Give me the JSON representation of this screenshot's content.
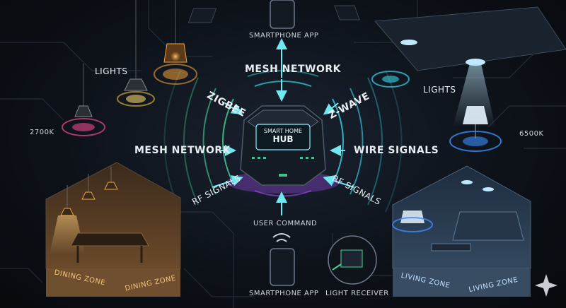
{
  "hub": {
    "line1": "SMART HOME",
    "line2": "HUB"
  },
  "labels": {
    "smartphone_top": "SMARTPHONE APP",
    "mesh_top": "MESH NETWORK",
    "lights_left": "LIGHTS",
    "lights_right": "LIGHTS",
    "zigbee": "ZIGBEE",
    "zwave": "Z-WAVE",
    "temp_left": "2700K",
    "temp_right": "6500K",
    "mesh_left": "MESH NETWORK",
    "wire_signals": "WIRE SIGNALS",
    "rf_left": "RF SIGNALS",
    "rf_right": "RF SIGNALS",
    "user_command": "USER COMMAND",
    "smartphone_bottom": "SMARTPHONE APP",
    "light_receiver": "LIGHT RECEIVER",
    "dining_zone_a": "DINING ZONE",
    "dining_zone_b": "DINING ZONE",
    "living_zone_a": "LIVING ZONE",
    "living_zone_b": "LIVING ZONE"
  },
  "icons": [
    "smartphone-icon",
    "pendant-lamp-icon",
    "ceiling-light-icon",
    "table-lamp-icon",
    "chip-icon",
    "wifi-icon",
    "sparkle-icon"
  ],
  "colors": {
    "warm": "#f2a23a",
    "pink": "#e94a8c",
    "green": "#45d39a",
    "cyan": "#38d6e8",
    "blue": "#3a8cff",
    "purple": "#a44cf0",
    "hub_glow": "#8af0ff"
  }
}
